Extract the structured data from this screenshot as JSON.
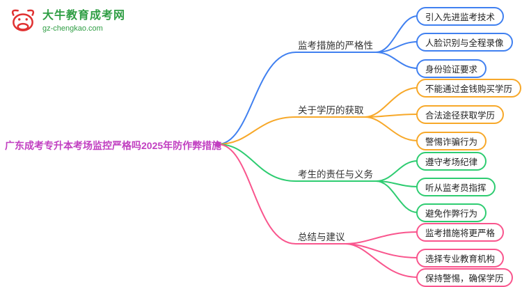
{
  "logo": {
    "title": "大牛教育成考网",
    "subtitle": "gz-chengkao.com",
    "icon": "bull-icon",
    "icon_color": "#e03131",
    "text_color": "#2f9e44"
  },
  "central": {
    "label": "广东成考专升本考场监控严格吗2025年防作弊措施",
    "color": "#c13fc1"
  },
  "branches": [
    {
      "label": "监考措施的严格性",
      "color": "#4080f0",
      "children": [
        "引入先进监考技术",
        "人脸识别与全程录像",
        "身份验证要求"
      ]
    },
    {
      "label": "关于学历的获取",
      "color": "#f7a829",
      "children": [
        "不能通过金钱购买学历",
        "合法途径获取学历",
        "警惕诈骗行为"
      ]
    },
    {
      "label": "考生的责任与义务",
      "color": "#2ecc71",
      "children": [
        "遵守考场纪律",
        "听从监考员指挥",
        "避免作弊行为"
      ]
    },
    {
      "label": "总结与建议",
      "color": "#f9558d",
      "children": [
        "监考措施将更严格",
        "选择专业教育机构",
        "保持警惕，确保学历"
      ]
    }
  ]
}
